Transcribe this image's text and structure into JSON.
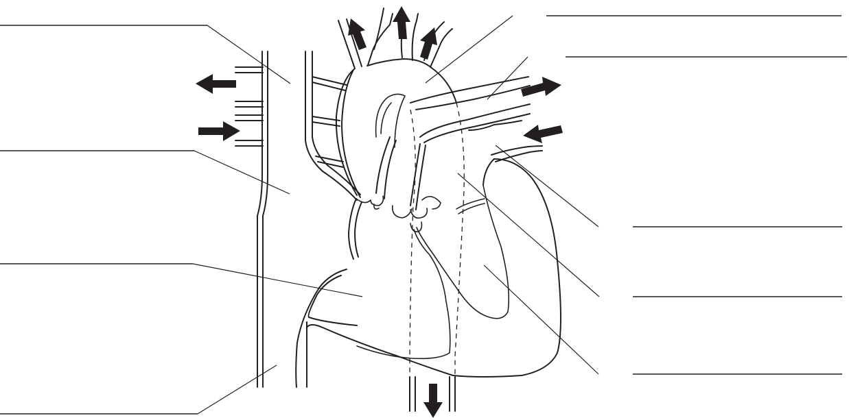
{
  "diagram": {
    "labels": [
      {
        "id": "label-top-left",
        "text": ""
      },
      {
        "id": "label-middle-left",
        "text": ""
      },
      {
        "id": "label-lower-left",
        "text": ""
      },
      {
        "id": "label-bottom-left",
        "text": ""
      },
      {
        "id": "label-top-right-1",
        "text": ""
      },
      {
        "id": "label-top-right-2",
        "text": ""
      },
      {
        "id": "label-right-1",
        "text": ""
      },
      {
        "id": "label-right-2",
        "text": ""
      },
      {
        "id": "label-right-3",
        "text": ""
      }
    ],
    "colors": {
      "ink": "#231f20",
      "background": "#ffffff"
    }
  }
}
